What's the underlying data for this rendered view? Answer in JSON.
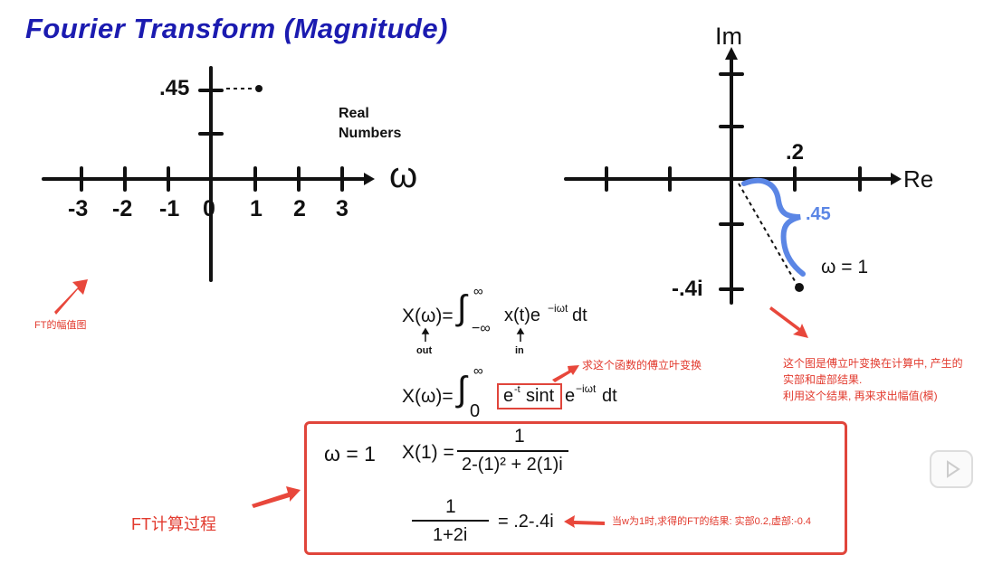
{
  "title": "Fourier Transform (Magnitude)",
  "left_plot": {
    "axis_label": "ω",
    "ticks": [
      "-3",
      "-2",
      "-1",
      "0",
      "1",
      "2",
      "3"
    ],
    "y_value": ".45",
    "note_line1": "Real",
    "note_line2": "Numbers"
  },
  "right_plot": {
    "im_label": "Im",
    "re_label": "Re",
    "re_tick": ".2",
    "im_tick": "-.4i",
    "magnitude": ".45",
    "omega_label": "ω = 1"
  },
  "formula1": {
    "lhs": "X(ω)=",
    "upper": "∞",
    "lower": "−∞",
    "body": "x(t)e",
    "exp": "−iωt",
    "dt": "dt",
    "out": "out",
    "in": "in"
  },
  "formula2": {
    "lhs": "X(ω)=",
    "upper": "∞",
    "lower": "0",
    "e": "e",
    "e_exp": "-t",
    "sint": "sint",
    "tail": "e",
    "tail_exp": "−iωt",
    "dt": "dt"
  },
  "calc": {
    "omega": "ω = 1",
    "x1": "X(1) =",
    "num1": "1",
    "den1": "2-(1)² + 2(1)i",
    "num2": "1",
    "den2": "1+2i",
    "result": "= .2-.4i"
  },
  "notes": {
    "ft_magnitude": "FT的幅值图",
    "find_ft": "求这个函数的傅立叶变换",
    "right_line1": "这个图是傅立叶变换在计算中, 产生的",
    "right_line2": "实部和虚部结果.",
    "right_line3": "利用这个结果, 再来求出幅值(模)",
    "process": "FT计算过程",
    "result_note": "当w为1时,求得的FT的结果: 实部0.2,虚部:-0.4"
  },
  "colors": {
    "title": "#1b1bb0",
    "annotation": "#e23a2e",
    "brace": "#5b86e5"
  }
}
